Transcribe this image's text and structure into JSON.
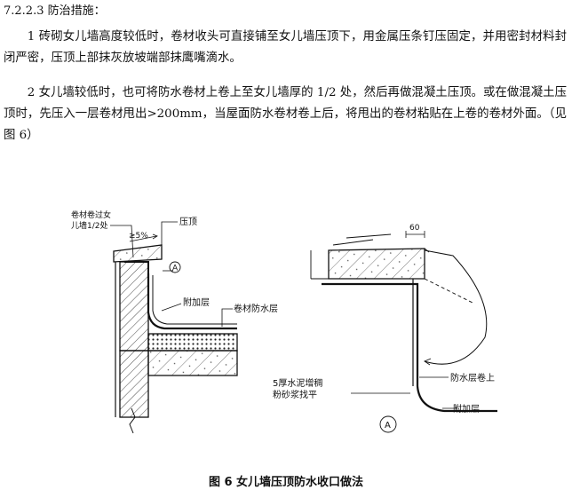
{
  "section": {
    "number": "7.2.2.3",
    "title": "防治措施："
  },
  "paragraphs": [
    "1 砖砌女儿墙高度较低时，卷材收头可直接铺至女儿墙压顶下，用金属压条钉压固定，并用密封材料封闭严密，压顶上部抹灰放坡端部抹鹰嘴滴水。",
    "2 女儿墙较低时，也可将防水卷材上卷上至女儿墙厚的 1/2 处，然后再做混凝土压顶。或在做混凝土压顶时，先压入一层卷材甩出>200mm，当屋面防水卷材卷上后，将甩出的卷材粘贴在上卷的卷材外面。（见图 6）"
  ],
  "figure": {
    "left_labels": {
      "roll_over_line1": "卷材卷过女",
      "roll_over_line2": "儿墙1/2处",
      "coping": "压顶",
      "slope": "≥5%",
      "detail_ref": "A",
      "additional_layer": "附加层",
      "membrane": "卷材防水层"
    },
    "right_labels": {
      "dimension": "60",
      "mortar_line1": "5厚水泥增稠",
      "mortar_line2": "粉砂浆找平",
      "membrane_up": "防水层卷上",
      "additional_layer": "附加层",
      "detail_mark": "A"
    },
    "caption": "图 6  女儿墙压顶防水收口做法"
  }
}
